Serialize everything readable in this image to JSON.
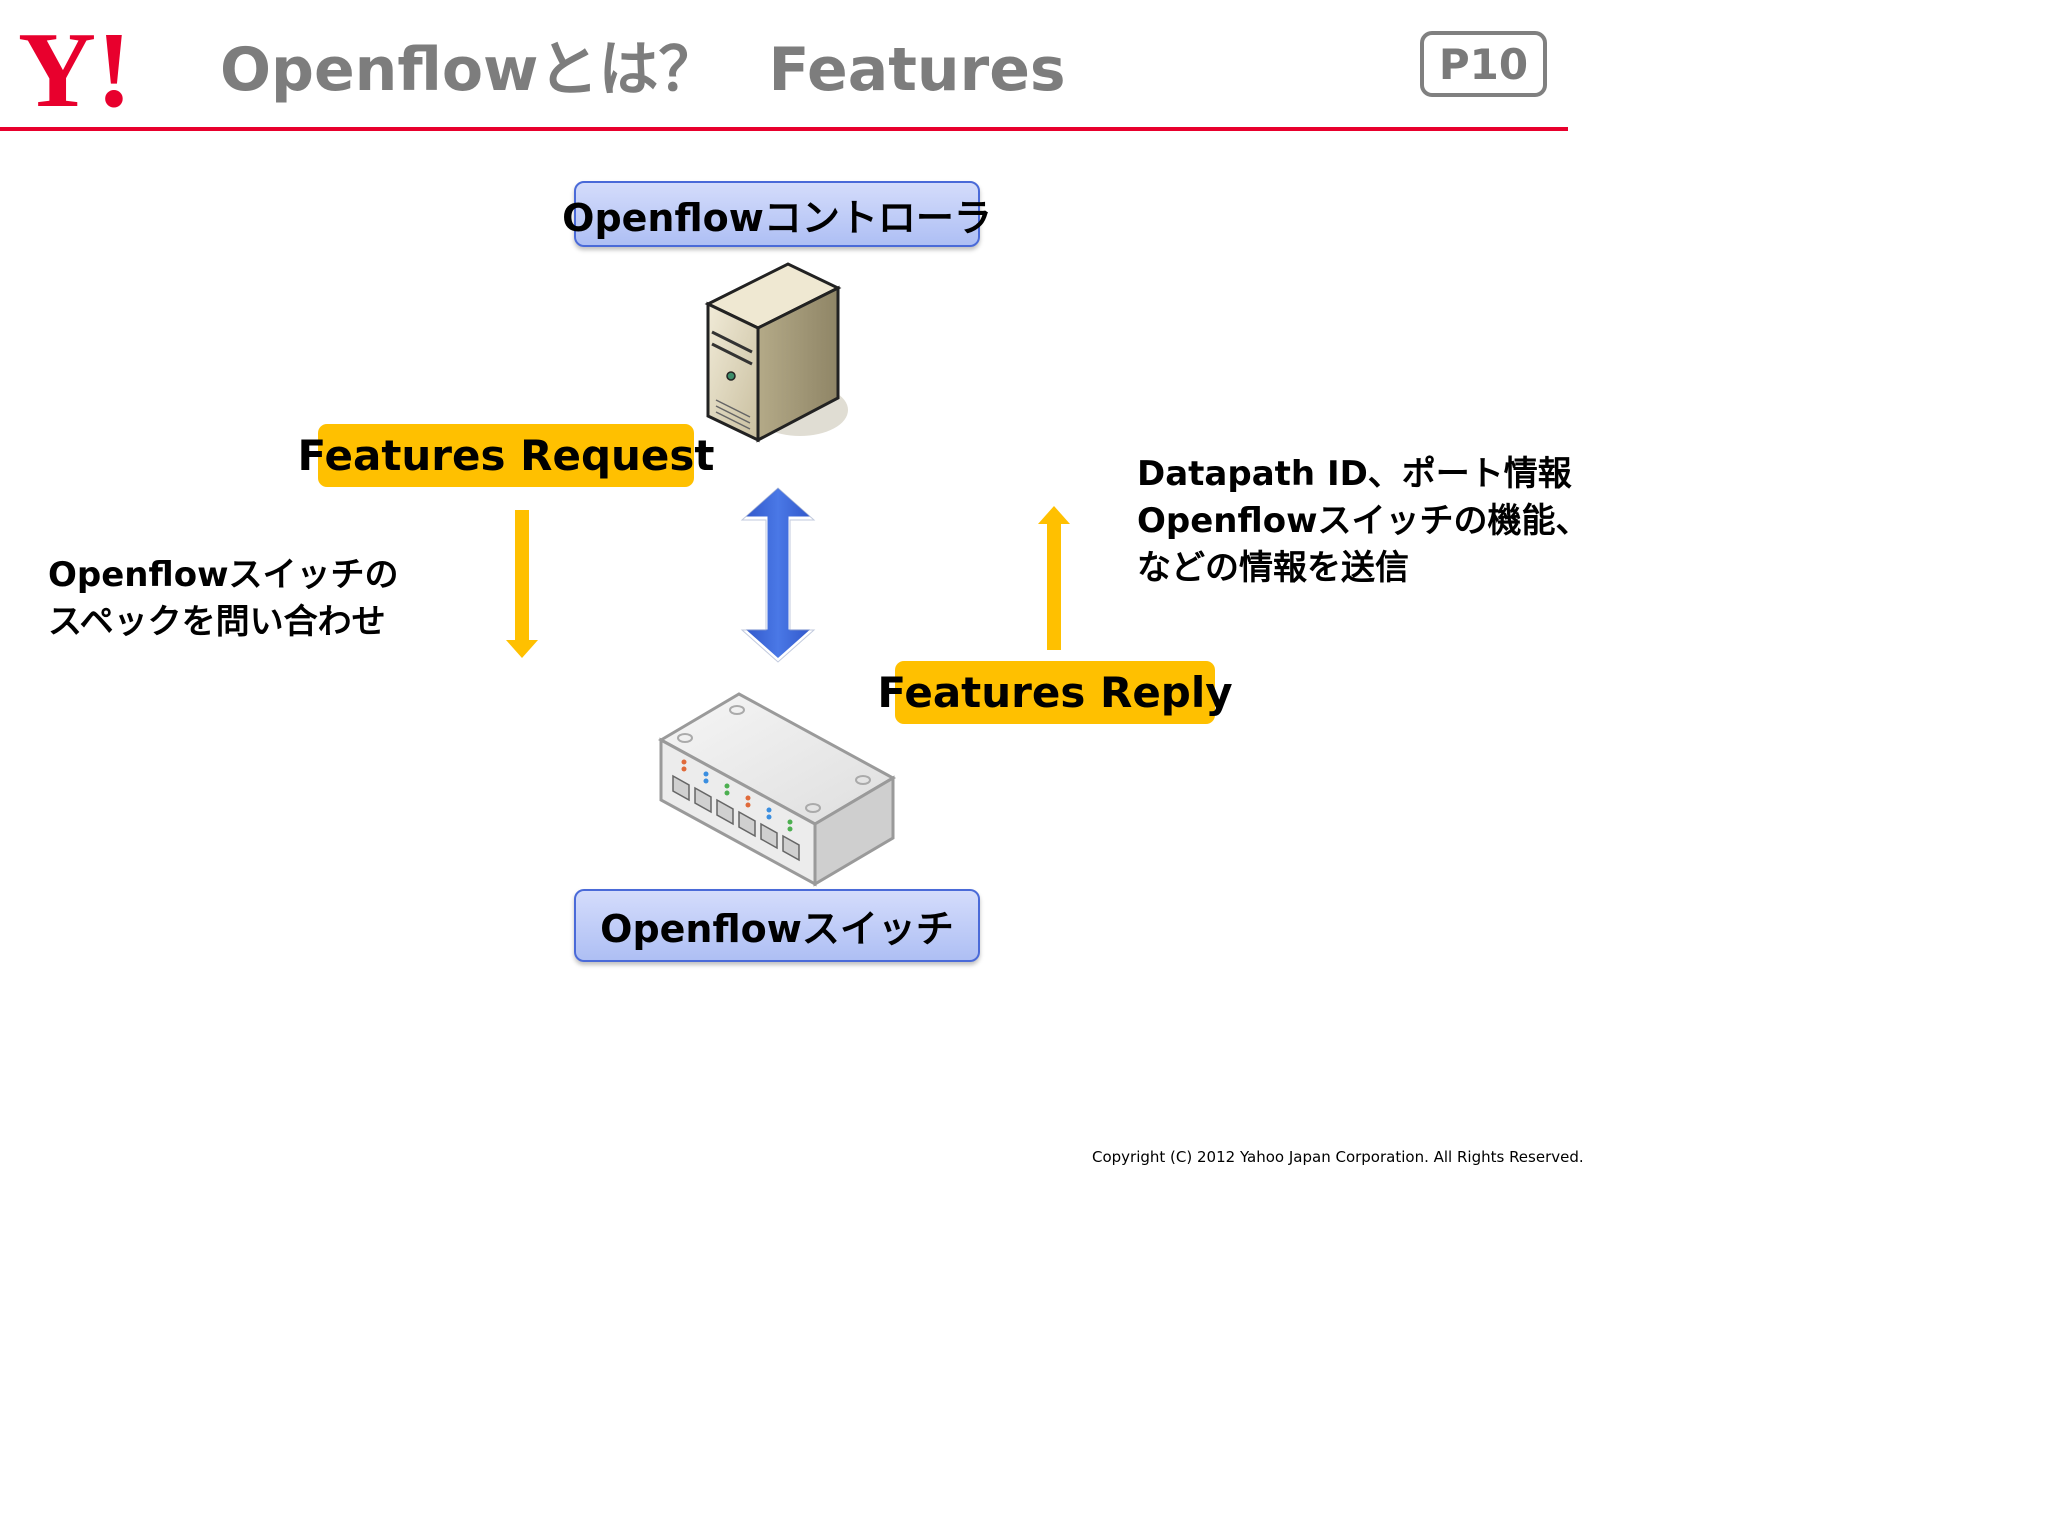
{
  "header": {
    "logo_text": "Y!",
    "title_main": "Openflowとは？",
    "title_sub": "Features",
    "page_number": "P10"
  },
  "nodes": {
    "controller_label": "Openflowコントローラ",
    "switch_label": "Openflowスイッチ"
  },
  "messages": {
    "request_label": "Features Request",
    "reply_label": "Features Reply"
  },
  "descriptions": {
    "request_lines": [
      "Openflowスイッチの",
      "スペックを問い合わせ"
    ],
    "reply_lines": [
      "Datapath ID、ポート情報",
      "Openflowスイッチの機能、",
      "などの情報を送信"
    ]
  },
  "footer": {
    "copyright": "Copyright (C) 2012 Yahoo Japan Corporation. All Rights Reserved."
  },
  "colors": {
    "brand_red": "#e8002d",
    "message_yellow": "#ffc000",
    "bidirectional_blue": "#3a63d6",
    "node_box_fill": "#bccaf7"
  },
  "icons": {
    "controller": "server-tower-icon",
    "switch": "network-switch-icon"
  }
}
